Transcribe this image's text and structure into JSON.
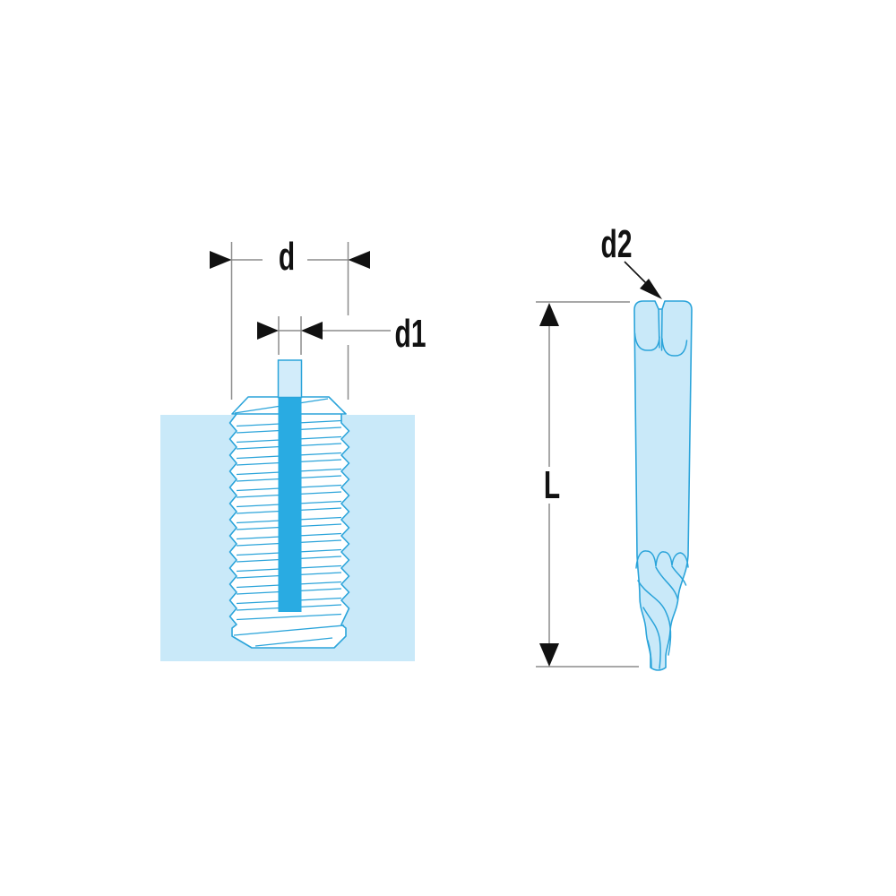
{
  "labels": {
    "d": "d",
    "d1": "d1",
    "d2": "d2",
    "L": "L"
  },
  "colors": {
    "fill_light": "#c9e9f9",
    "outline_blue": "#2ba4da",
    "core_blue": "#29abe2",
    "dimension_gray": "#8c8c8c",
    "text_black": "#111111",
    "thread_white": "#ffffff",
    "background": "#ffffff"
  }
}
